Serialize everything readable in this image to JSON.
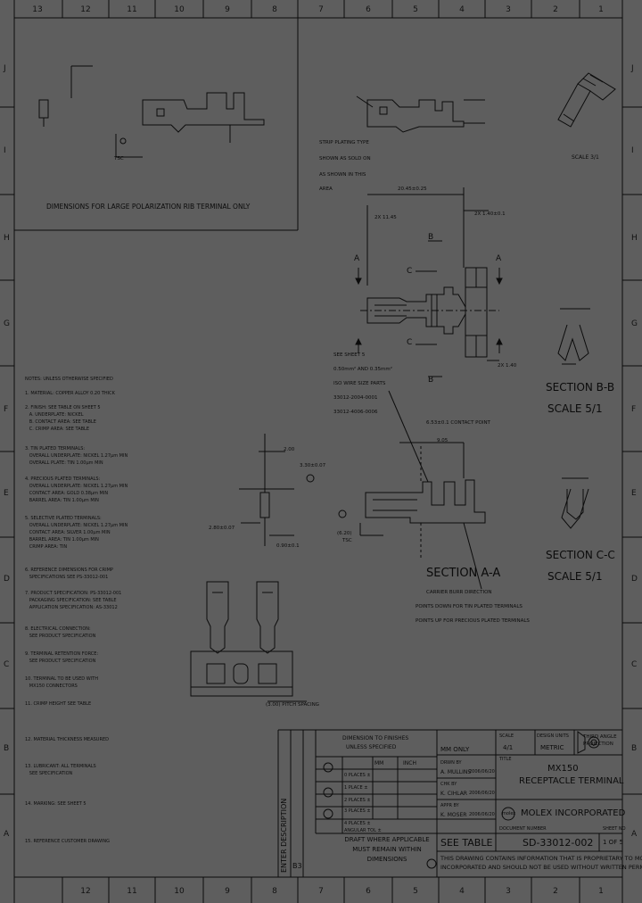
{
  "frame": {
    "columns_top": [
      "13",
      "12",
      "11",
      "10",
      "9",
      "8",
      "7",
      "6",
      "5",
      "4",
      "3",
      "2",
      "1"
    ],
    "columns_bottom": [
      "12",
      "11",
      "10",
      "9",
      "8",
      "7",
      "6",
      "5",
      "4",
      "3",
      "2",
      "1"
    ],
    "rows": [
      "J",
      "I",
      "H",
      "G",
      "F",
      "E",
      "D",
      "C",
      "B",
      "A"
    ]
  },
  "views": {
    "polarization_note": "DIMENSIONS FOR LARGE POLARIZATION RIB TERMINAL ONLY",
    "scale_iso": "SCALE 3/1",
    "section_bb": "SECTION B-B",
    "scale_bb": "SCALE 5/1",
    "section_cc": "SECTION C-C",
    "scale_cc": "SCALE 5/1",
    "section_aa": "SECTION A-A",
    "label_a_left": "A",
    "label_a_right": "A",
    "label_b_top": "B",
    "label_b_bottom": "B",
    "label_c_top": "C",
    "label_c_bottom": "C",
    "dim_20": "20.45±0.25",
    "dim_2x_left": "2X 11.45",
    "dim_2x_right": "2X 1.40±0.1",
    "dim_2x_bottom": "2X 1.40",
    "dim_contact": "6.53±0.1 CONTACT POINT",
    "dim_905": "9.05",
    "dim_280": "2.80±0.07",
    "dim_330": "3.30±0.07",
    "dim_200": "2.00",
    "dim_090": "0.90±0.1",
    "dim_pitch": "(3.00) PITCH SPACING",
    "dim_620": "(6.20)",
    "dim_tsc": "TSC",
    "strip_note": [
      "STRIP PLATING TYPE",
      "SHOWN AS SOLD ON",
      "AS SHOWN IN THIS",
      "AREA"
    ],
    "see_sheet": [
      "SEE SHEET 5",
      "0.50mm² AND 0.35mm²",
      "ISO WIRE SIZE PARTS",
      "33012-2004-0001",
      "33012-4006-0006"
    ],
    "carrier_notes": [
      "CARRIER BURR DIRECTION",
      "POINTS DOWN FOR TIN PLATED TERMINALS",
      "POINTS UP FOR PRECIOUS PLATED TERMINALS"
    ]
  },
  "notes": [
    "NOTES: UNLESS OTHERWISE SPECIFIED",
    "1. MATERIAL: COPPER ALLOY 0.20 THICK",
    "2. FINISH: SEE TABLE ON SHEET 5",
    "   A. UNDERPLATE: NICKEL",
    "   B. CONTACT AREA: SEE TABLE",
    "   C. CRIMP AREA: SEE TABLE",
    "3. TIN PLATED TERMINALS:",
    "   OVERALL UNDERPLATE: NICKEL 1.27µm MIN",
    "   OVERALL PLATE: TIN 1.00µm MIN",
    "4. PRECIOUS PLATED TERMINALS:",
    "   OVERALL UNDERPLATE: NICKEL 1.27µm MIN",
    "   CONTACT AREA: GOLD 0.38µm MIN",
    "   BARREL AREA: TIN 1.00µm MIN",
    "5. SELECTIVE PLATED TERMINALS:",
    "   OVERALL UNDERPLATE: NICKEL 1.27µm MIN",
    "   CONTACT AREA: SILVER 1.00µm MIN",
    "   BARREL AREA: TIN 1.00µm MIN",
    "   CRIMP AREA: TIN",
    "6. REFERENCE DIMENSIONS FOR CRIMP",
    "   SPECIFICATIONS SEE PS-33012-001",
    "7. PRODUCT SPECIFICATION: PS-33012-001",
    "   PACKAGING SPECIFICATION: SEE TABLE",
    "   APPLICATION SPECIFICATION: AS-33012",
    "8. ELECTRICAL CONNECTION:",
    "   SEE PRODUCT SPECIFICATION",
    "9. TERMINAL RETENTION FORCE:",
    "   SEE PRODUCT SPECIFICATION",
    "10. TERMINAL TO BE USED WITH",
    "   MX150 CONNECTORS",
    "11. CRIMP HEIGHT SEE TABLE",
    "12. MATERIAL THICKNESS MEASURED",
    "13. LUBRICANT: ALL TERMINALS",
    "   SEE SPECIFICATION",
    "14. MARKING: SEE SHEET 5",
    "15. REFERENCE CUSTOMER DRAWING"
  ],
  "title_block": {
    "general_tolerance_head": "DIMENSION TO FINISHES",
    "general_tolerance_sub": "UNLESS SPECIFIED",
    "in_mm": "MM ONLY",
    "scale_label": "SCALE",
    "scale_value": "4/1",
    "units_label": "DESIGN UNITS",
    "units_value": "METRIC",
    "projection": "THIRD ANGLE PROJECTION",
    "title_label": "TITLE",
    "title_line1": "MX150",
    "title_line2": "RECEPTACLE TERMINAL",
    "company": "MOLEX INCORPORATED",
    "drawing_no_label": "DOCUMENT NUMBER",
    "drawing_no": "SD-33012-002",
    "sheet_label": "SHEET NO",
    "sheet": "1 OF 5",
    "see_table": "SEE TABLE",
    "draft_note": "DRAFT WHERE APPLICABLE MUST REMAIN WITHIN DIMENSIONS",
    "proprietary_line1": "THIS DRAWING CONTAINS INFORMATION THAT IS PROPRIETARY TO MOLEX",
    "proprietary_line2": "INCORPORATED AND SHOULD NOT BE USED WITHOUT WRITTEN PERMISSION",
    "revision_header": "ENTER DESCRIPTION",
    "rev_letter": "B3",
    "approvals": [
      {
        "role": "DRWN BY",
        "name": "A. MULLINS",
        "date": "2006/06/20"
      },
      {
        "role": "CHK BY",
        "name": "K. CIHLAR",
        "date": "2006/06/20"
      },
      {
        "role": "APPR BY",
        "name": "K. MOSER",
        "date": "2006/06/20"
      }
    ],
    "tol_rows": [
      "0 PLACES ±",
      "1 PLACE ±",
      "2 PLACES ±",
      "3 PLACES ±",
      "4 PLACES ±",
      "ANGULAR TOL ±"
    ],
    "tol_mm": [
      "MM",
      "-",
      "-",
      "-",
      "-",
      "-"
    ],
    "tol_inch": [
      "INCH",
      "-",
      "-",
      "-",
      "-",
      "-"
    ],
    "molex_logo": "molex"
  },
  "colors": {
    "background": "#5e5e5e",
    "line": "#0c0c0c"
  }
}
